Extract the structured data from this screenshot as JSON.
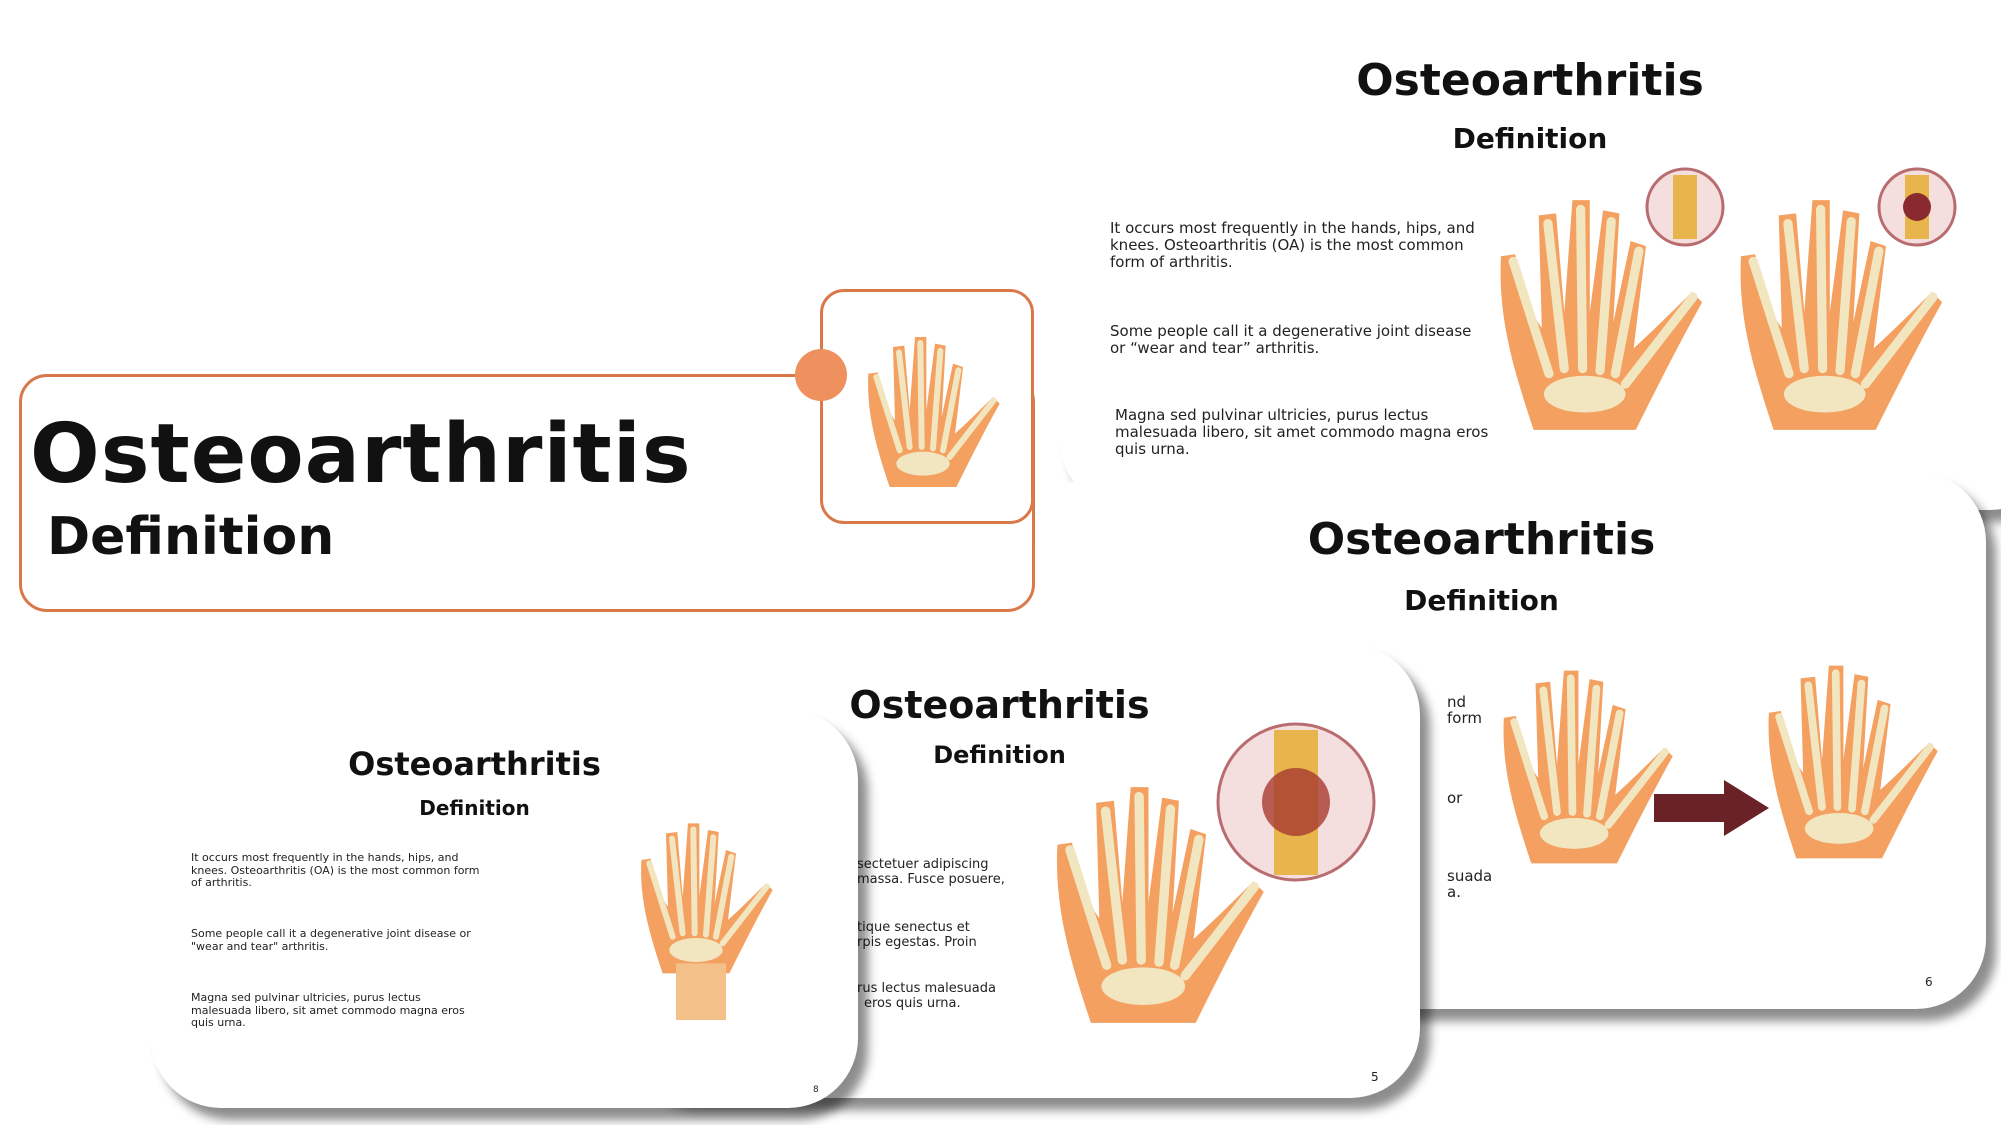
{
  "colors": {
    "accent": "#d9794a",
    "dot": "#ee915e",
    "skin": "#f3a060",
    "bone": "#f2e6c0",
    "arrow": "#6b2226"
  },
  "title_card": {
    "title": "Osteoarthritis",
    "subtitle": "Definition",
    "image_icon": "hand-skeleton-icon"
  },
  "slide_6_top": {
    "title": "Osteoarthritis",
    "subtitle": "Definition",
    "paragraphs": [
      "It occurs most frequently in the hands, hips, and knees. Osteoarthritis (OA) is the most common form of arthritis.",
      "Some people call it a degenerative joint disease or “wear and tear” arthritis.",
      "Magna sed pulvinar ultricies, purus lectus malesuada libero, sit amet commodo magna eros quis urna."
    ]
  },
  "slide_6": {
    "title": "Osteoarthritis",
    "subtitle": "Definition",
    "fragments": [
      "nd",
      "form",
      "or",
      "suada",
      "a."
    ],
    "page": "6",
    "arrow_icon": "arrow-right-icon"
  },
  "slide_5": {
    "title": "Osteoarthritis",
    "subtitle": "Definition",
    "fragments": [
      "sectetuer adipiscing",
      "massa. Fusce posuere,",
      "tique senectus et",
      "rpis egestas. Proin",
      "rus lectus malesuada",
      "eros quis urna."
    ],
    "page": "5"
  },
  "slide_8": {
    "title": "Osteoarthritis",
    "subtitle": "Definition",
    "paragraphs": [
      "It occurs most frequently in the hands, hips, and knees. Osteoarthritis (OA) is the most common form of arthritis.",
      "Some people call it a degenerative joint disease or \"wear and tear\" arthritis.",
      "Magna sed pulvinar ultricies, purus lectus malesuada libero, sit amet commodo magna eros quis urna."
    ],
    "page": "8"
  }
}
